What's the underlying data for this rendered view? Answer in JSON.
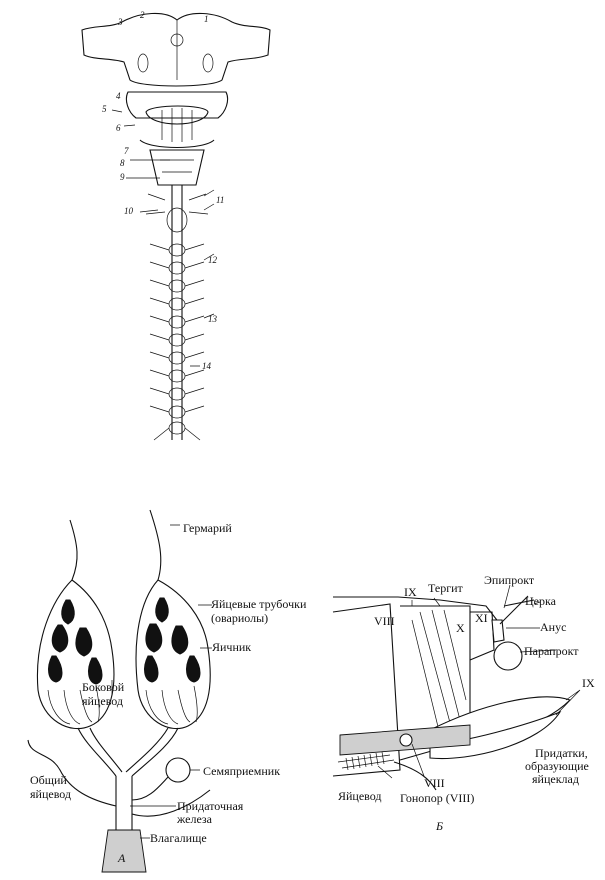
{
  "nervous_system_figure": {
    "numbers": [
      "1",
      "2",
      "3",
      "4",
      "5",
      "6",
      "7",
      "8",
      "9",
      "10",
      "11",
      "12",
      "13",
      "14"
    ]
  },
  "figure_a": {
    "caption": "А",
    "labels": {
      "germarium": "Гермарий",
      "ovarioles_1": "Яйцевые трубочки",
      "ovarioles_2": "(овариолы)",
      "ovary": "Яичник",
      "lateral_oviduct_1": "Боковой",
      "lateral_oviduct_2": "яйцевод",
      "spermatheca": "Семяприемник",
      "common_oviduct_1": "Общий",
      "common_oviduct_2": "яйцевод",
      "accessory_gland_1": "Придаточная",
      "accessory_gland_2": "железа",
      "vagina": "Влагалище"
    }
  },
  "figure_b": {
    "caption": "Б",
    "labels": {
      "ix_top": "IX",
      "tergite": "Тергит",
      "epiproct": "Эпипрокт",
      "cercus": "Церка",
      "viii_top": "VIII",
      "x_seg": "X",
      "xi_seg": "XI",
      "anus": "Анус",
      "paraproct": "Парапрокт",
      "ix_right": "IX",
      "appendages_1": "Придатки,",
      "appendages_2": "образующие",
      "appendages_3": "яйцеклад",
      "viii_bottom": "VIII",
      "oviduct": "Яйцевод",
      "gonopore": "Гонопор (VIII)"
    }
  }
}
